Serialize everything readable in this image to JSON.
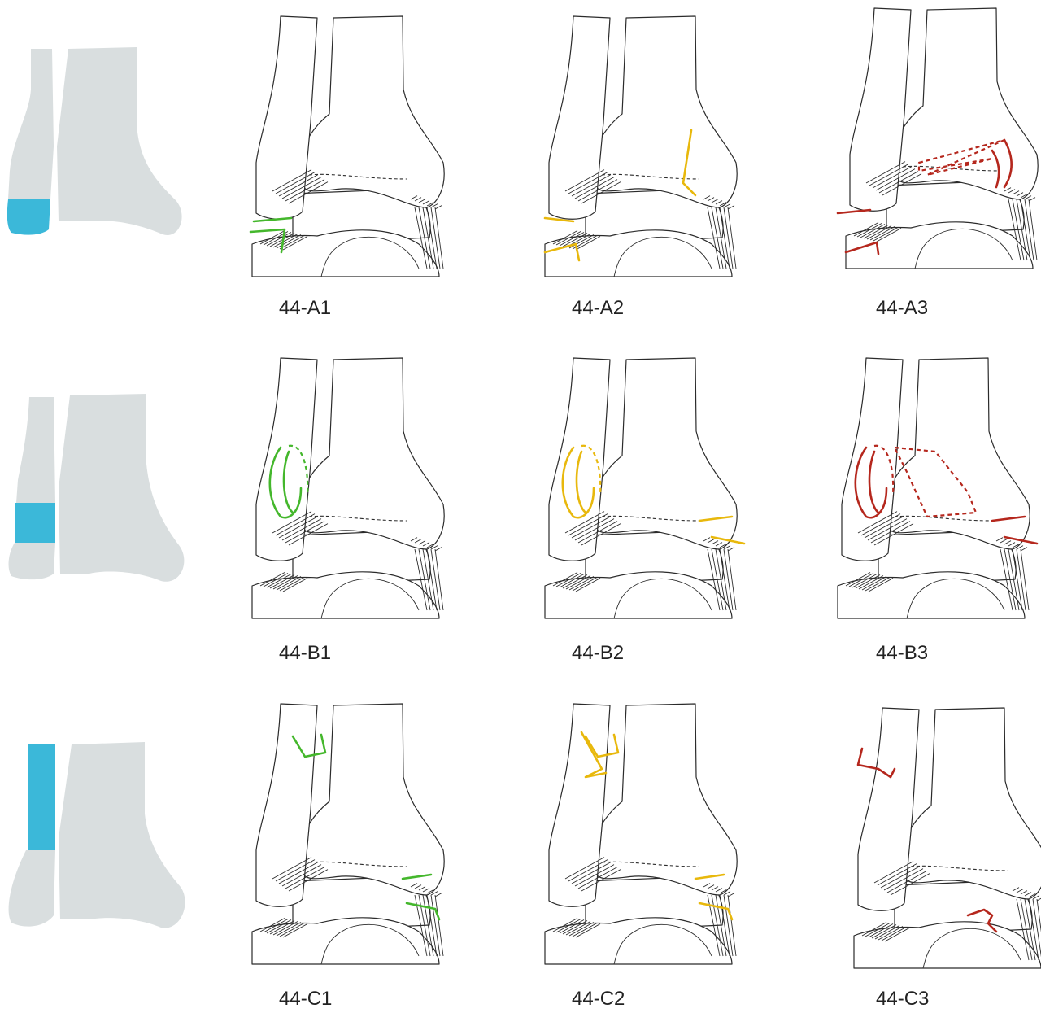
{
  "colors": {
    "silhouette": "#d9dedf",
    "highlight": "#3bb8d9",
    "bone_outline": "#2b2b2b",
    "fracture_A": {
      "1": "#44b72c",
      "2": "#e8b80c",
      "3": "#b5271d"
    }
  },
  "rows": [
    {
      "group": "A",
      "key_zone": "distal-lateral-malleolus",
      "panels": [
        {
          "label": "44-A1",
          "severity": 1
        },
        {
          "label": "44-A2",
          "severity": 2
        },
        {
          "label": "44-A3",
          "severity": 3
        }
      ]
    },
    {
      "group": "B",
      "key_zone": "syndesmosis-level",
      "panels": [
        {
          "label": "44-B1",
          "severity": 1
        },
        {
          "label": "44-B2",
          "severity": 2
        },
        {
          "label": "44-B3",
          "severity": 3
        }
      ]
    },
    {
      "group": "C",
      "key_zone": "fibular-shaft",
      "panels": [
        {
          "label": "44-C1",
          "severity": 1
        },
        {
          "label": "44-C2",
          "severity": 2
        },
        {
          "label": "44-C3",
          "severity": 3
        }
      ]
    }
  ]
}
